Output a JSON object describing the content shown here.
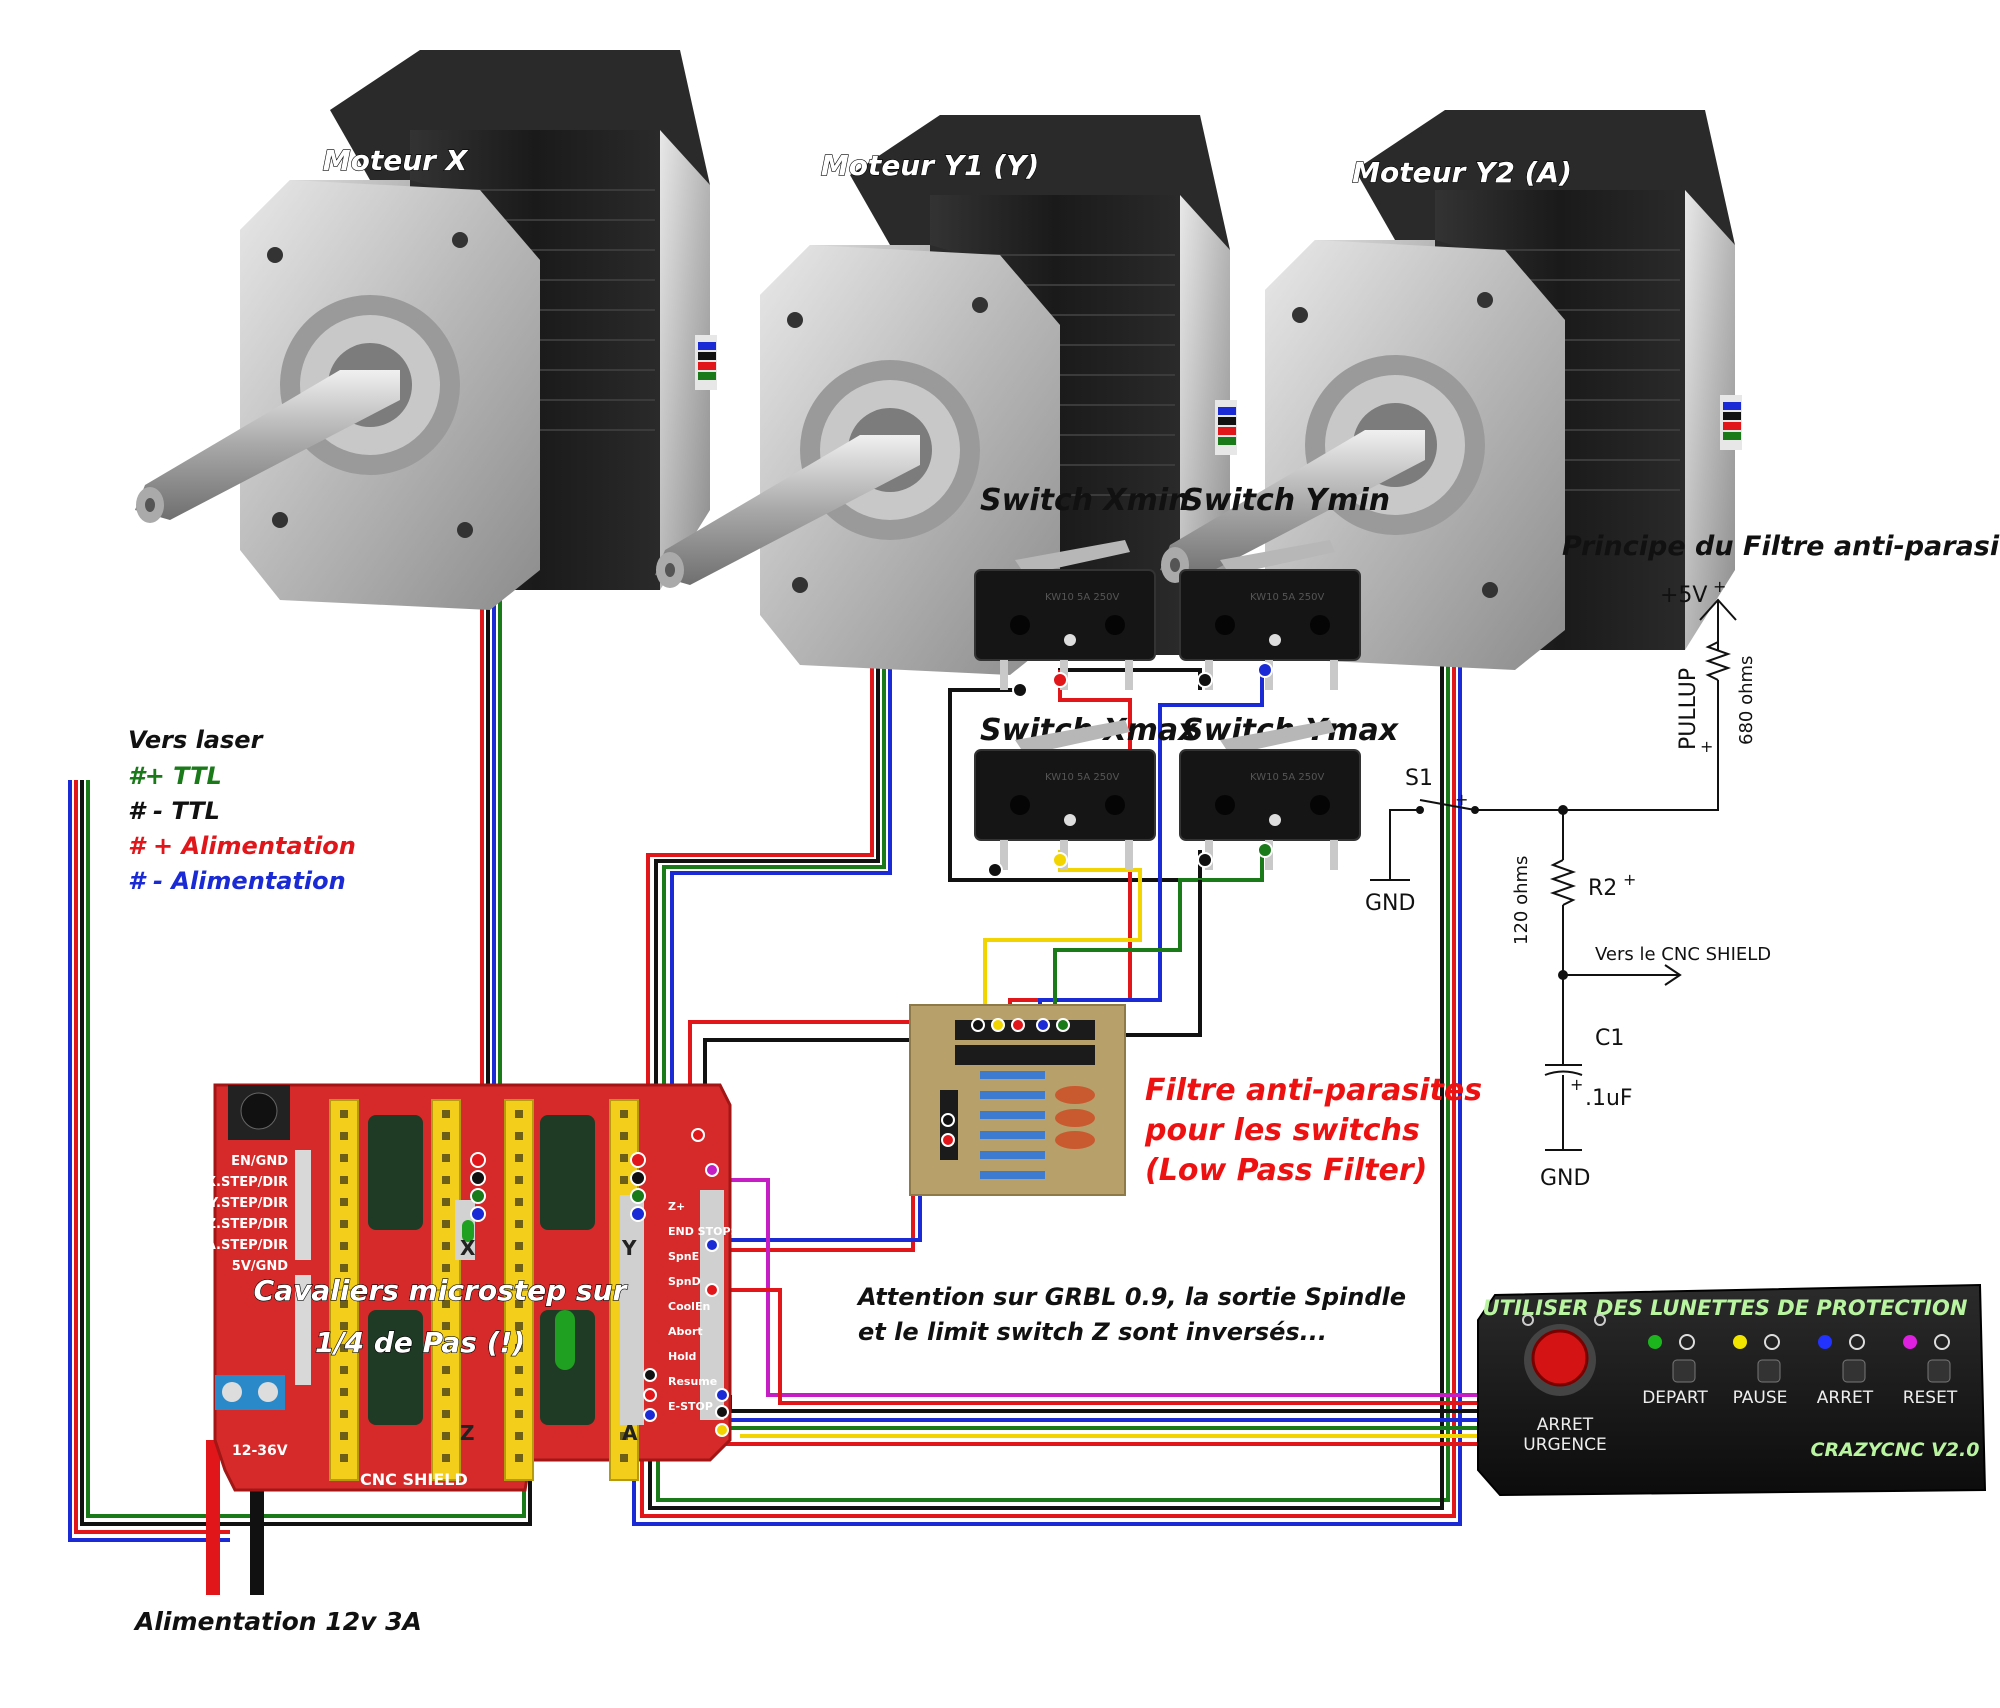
{
  "colors": {
    "wire_red": "#e0161b",
    "wire_black": "#111111",
    "wire_blue": "#1a2bd6",
    "wire_green": "#1a7a1a",
    "wire_yellow": "#f2d500",
    "wire_magenta": "#c41ec4",
    "pcb_red": "#d62a2a",
    "header_yellow": "#f3cf1c",
    "filter_board": "#b8a06a",
    "motor_metal": "#c9c9c9",
    "motor_body": "#1e1e1e"
  },
  "motors": {
    "x_label": "Moteur X",
    "y1_label": "Moteur Y1 (Y)",
    "y2_label": "Moteur Y2 (A)"
  },
  "switches": {
    "xmin": "Switch Xmin",
    "ymin": "Switch Ymin",
    "xmax": "Switch Xmax",
    "ymax": "Switch Ymax"
  },
  "laser_legend": {
    "title": "Vers laser",
    "items": [
      {
        "hash": "#",
        "text": "+ TTL",
        "color": "#1a7a1a",
        "hash_color": "#1a7a1a"
      },
      {
        "hash": "#",
        "text": " - TTL",
        "color": "#111111",
        "hash_color": "#111111"
      },
      {
        "hash": "#",
        "text": " + Alimentation",
        "color": "#e0161b",
        "hash_color": "#e0161b"
      },
      {
        "hash": "#",
        "text": " - Alimentation",
        "color": "#1a2bd6",
        "hash_color": "#1a2bd6"
      }
    ]
  },
  "filter_schematic": {
    "title": "Principe du Filtre anti-parasites",
    "vcc": "+5V",
    "vcc_plus": "+",
    "pullup_label": "PULLUP",
    "pullup_plus": "+",
    "pullup_value": "680 ohms",
    "s1": "S1",
    "s1_plus": "+",
    "gnd_left": "GND",
    "r2": "R2",
    "r2_plus": "+",
    "r2_value": "120 ohms",
    "output": "Vers le CNC SHIELD",
    "c1": "C1",
    "c1_value": ".1uF",
    "c1_plus": "+",
    "gnd_bottom": "GND"
  },
  "filter_label": {
    "line1": "Filtre anti-parasites",
    "line2": "pour les switchs",
    "line3": "(Low Pass Filter)"
  },
  "microstep_label": {
    "line1": "Cavaliers microstep sur",
    "line2": "1/4 de Pas (!)"
  },
  "grbl_note": {
    "line1": "Attention sur GRBL 0.9, la sortie Spindle",
    "line2": "et le limit switch Z sont inversés..."
  },
  "power_label": "Alimentation 12v 3A",
  "shield": {
    "rows": [
      "EN/GND",
      "X.STEP/DIR",
      "Y.STEP/DIR",
      "Z.STEP/DIR",
      "A.STEP/DIR",
      "5V/GND"
    ],
    "name": "CNC SHIELD",
    "voltage": "12-36V",
    "axis_x": "X",
    "axis_y": "Y",
    "axis_z": "Z",
    "axis_a": "A",
    "pins": [
      "Z+",
      "END STOPS",
      "SpnE",
      "SpnD",
      "CoolEn",
      "Abort",
      "Hold",
      "Resume",
      "E-STOP"
    ]
  },
  "control_box": {
    "banner": "UTILISER DES LUNETTES DE PROTECTION",
    "estop_line1": "ARRET",
    "estop_line2": "URGENCE",
    "buttons": [
      "DEPART",
      "PAUSE",
      "ARRET",
      "RESET"
    ],
    "led_colors": [
      "#1db51d",
      "#f2e600",
      "#2233ff",
      "#e020e0"
    ],
    "brand": "CRAZYCNC V2.0"
  }
}
